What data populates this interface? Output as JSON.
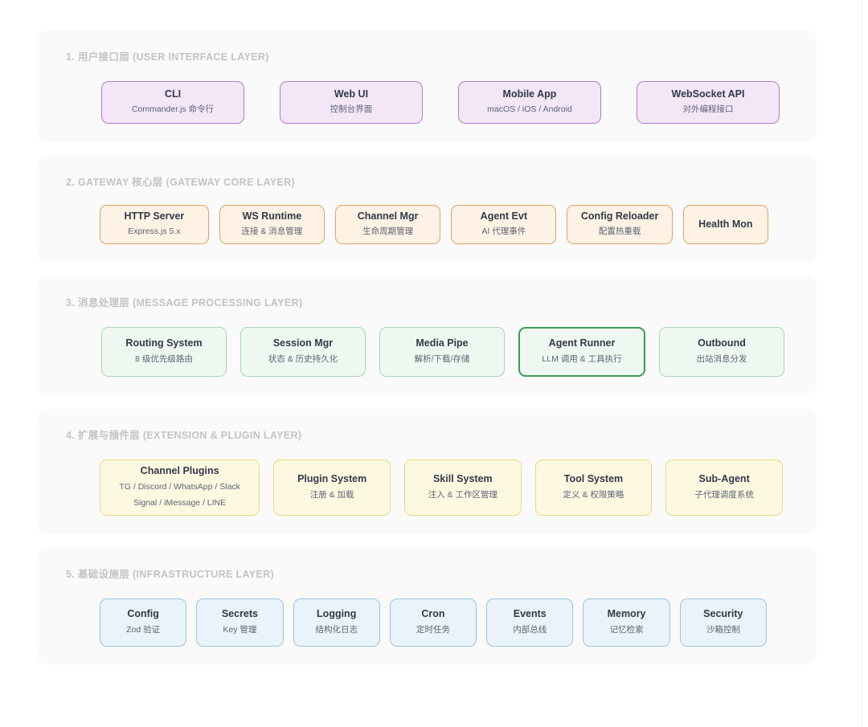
{
  "page": {
    "background": "#ffffff",
    "title": "System Architecture Layers"
  },
  "palette": {
    "purple_border": "#b47cc7",
    "purple_fill": "#f2e6f7",
    "orange_border": "#e2a25f",
    "orange_fill": "#fdf2e4",
    "green_border": "#a9d6b3",
    "green_fill": "#eef8f0",
    "green_highlight_border": "#3f9a54",
    "yellow_border": "#ecd97c",
    "yellow_fill": "#fdf9e1",
    "blue_border": "#9cc4de",
    "blue_fill": "#e9f3f9",
    "layer_panel_fill": "#fafafa",
    "layer_header_text": "#c3c3c7",
    "node_title_text": "#32394a",
    "node_subtitle_text": "#5d6475"
  },
  "layers": [
    {
      "header": "1. 用户接口层 (USER INTERFACE LAYER)",
      "nodes": [
        {
          "title": "CLI",
          "subtitle": "Commander.js 命令行"
        },
        {
          "title": "Web UI",
          "subtitle": "控制台界面"
        },
        {
          "title": "Mobile App",
          "subtitle": "macOS / iOS / Android"
        },
        {
          "title": "WebSocket API",
          "subtitle": "对外编程接口"
        }
      ]
    },
    {
      "header": "2. GATEWAY 核心层 (GATEWAY CORE LAYER)",
      "nodes": [
        {
          "title": "HTTP Server",
          "subtitle": "Express.js 5.x"
        },
        {
          "title": "WS Runtime",
          "subtitle": "连接 & 消息管理"
        },
        {
          "title": "Channel Mgr",
          "subtitle": "生命周期管理"
        },
        {
          "title": "Agent Evt",
          "subtitle": "AI 代理事件"
        },
        {
          "title": "Config Reloader",
          "subtitle": "配置热重载"
        },
        {
          "title": "Health Mon",
          "subtitle": ""
        }
      ]
    },
    {
      "header": "3. 消息处理层 (MESSAGE PROCESSING LAYER)",
      "nodes": [
        {
          "title": "Routing System",
          "subtitle": "8 级优先级路由"
        },
        {
          "title": "Session Mgr",
          "subtitle": "状态 & 历史持久化"
        },
        {
          "title": "Media Pipe",
          "subtitle": "解析/下载/存储"
        },
        {
          "title": "Agent Runner",
          "subtitle": "LLM 调用 & 工具执行",
          "highlighted": true
        },
        {
          "title": "Outbound",
          "subtitle": "出站消息分发"
        }
      ]
    },
    {
      "header": "4. 扩展与插件层 (EXTENSION & PLUGIN LAYER)",
      "nodes": [
        {
          "title": "Channel Plugins",
          "subtitle": "TG / Discord / WhatsApp / Slack",
          "subtitle2": "Signal / iMessage / LINE"
        },
        {
          "title": "Plugin System",
          "subtitle": "注册 & 加载"
        },
        {
          "title": "Skill System",
          "subtitle": "注入 & 工作区管理"
        },
        {
          "title": "Tool System",
          "subtitle": "定义 & 权限策略"
        },
        {
          "title": "Sub-Agent",
          "subtitle": "子代理调度系统"
        }
      ]
    },
    {
      "header": "5. 基础设施层 (INFRASTRUCTURE LAYER)",
      "nodes": [
        {
          "title": "Config",
          "subtitle": "Zod 验证"
        },
        {
          "title": "Secrets",
          "subtitle": "Key 管理"
        },
        {
          "title": "Logging",
          "subtitle": "结构化日志"
        },
        {
          "title": "Cron",
          "subtitle": "定时任务"
        },
        {
          "title": "Events",
          "subtitle": "内部总线"
        },
        {
          "title": "Memory",
          "subtitle": "记忆检索"
        },
        {
          "title": "Security",
          "subtitle": "沙箱控制"
        }
      ]
    }
  ]
}
